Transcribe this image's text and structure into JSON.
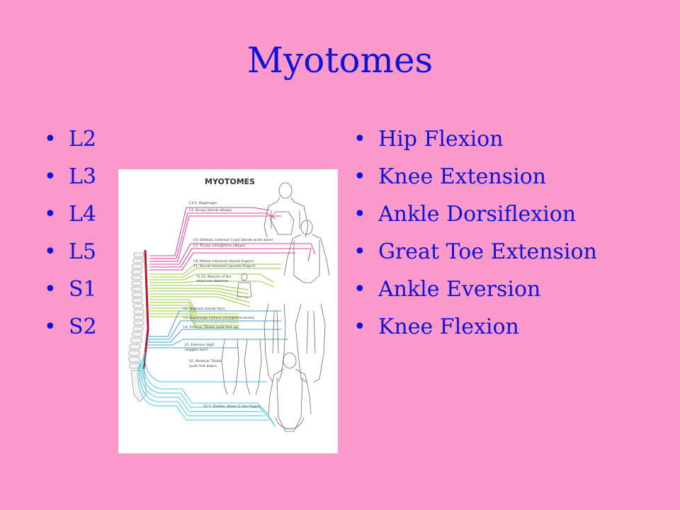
{
  "slide": {
    "title": "Myotomes",
    "left_items": [
      "L2",
      "L3",
      "L4",
      "L5",
      "S1",
      "S2"
    ],
    "right_items": [
      "Hip Flexion",
      "Knee Extension",
      "Ankle Dorsiflexion",
      "Great Toe Extension",
      "Ankle Eversion",
      "Knee Flexion"
    ],
    "bullet": "•"
  },
  "figure": {
    "title": "MYOTOMES",
    "labels": {
      "c3_5": "C3-5: Diaphragm",
      "c5": "C5: Biceps (bends elbows)",
      "c6": "C6: Deltoids, Extensor Carpii (bends wrists back)",
      "c7": "C7: Triceps (straightens elbows)",
      "c8": "C8: Palmar Interossei (bends fingers)",
      "t1": "T1: Dorsal Interossei (spreads fingers)",
      "t1_12_a": "T1-12: Muscles of the",
      "t1_12_b": "chest and abdomen",
      "l2": "L2: Iliopsoas (bends hips)",
      "l3": "L3: Quadriceps Femoris (straightens knees)",
      "l4": "L4: Anterior Tibialis (pulls feet up)",
      "l5_a": "L5: Extensor digiti",
      "l5_b": "(wiggles toes)",
      "s1_a": "S1: Posterior Tibialis",
      "s1_b": "(pulls feet down)",
      "s3_5": "S3-5: Bladder, Bowel & Sex Organs"
    },
    "colors": {
      "cervical": "#e0399b",
      "thoracic": "#97c83c",
      "lumbar": "#3f9fd6",
      "sacral": "#43c9e6",
      "cord": "#b0182a",
      "body_outline": "#6a6a6a"
    }
  }
}
